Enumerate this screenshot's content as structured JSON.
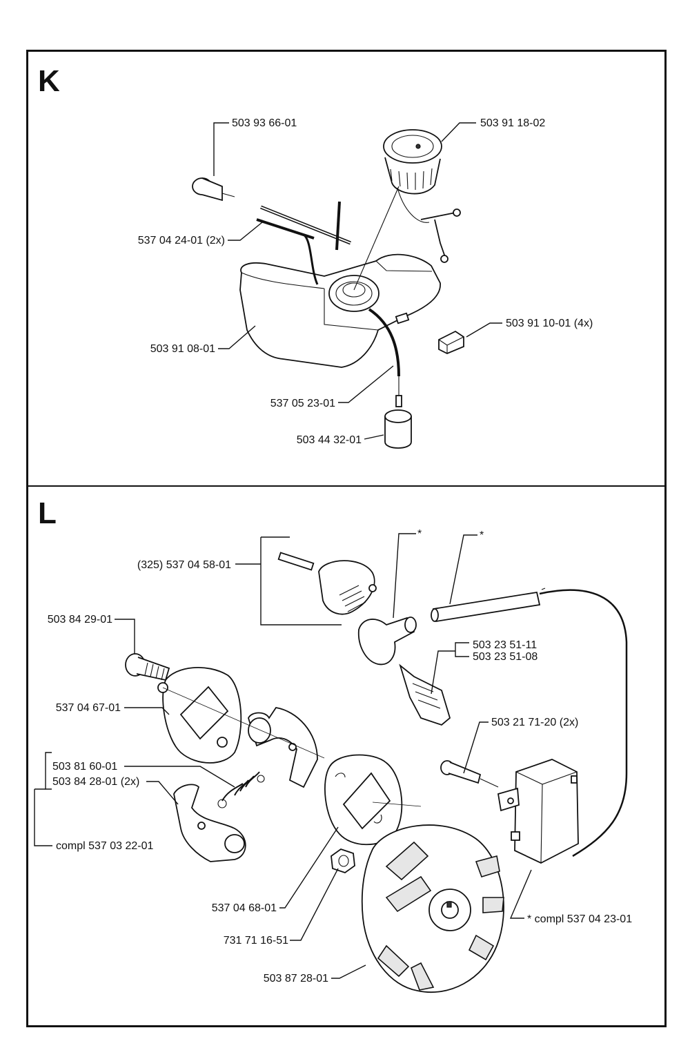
{
  "sections": [
    {
      "letter": "K"
    },
    {
      "letter": "L"
    }
  ],
  "section_k": {
    "labels": {
      "primer_bulb": "503 93 66-01",
      "fuel_cap": "503 91 18-02",
      "fuel_hose_pair": "537 04 24-01 (2x)",
      "fuel_tank": "503 91 08-01",
      "damper": "503 91 10-01 (4x)",
      "fuel_hose": "537 05 23-01",
      "fuel_filter": "503 44 32-01"
    }
  },
  "section_l": {
    "labels": {
      "cover": "(325) 537 04 58-01",
      "star_1": "*",
      "star_2": "*",
      "bolt": "503 84 29-01",
      "spark_plug_a": "503 23 51-11",
      "spark_plug_b": "503 23 51-08",
      "clutch_plate": "537 04 67-01",
      "ignition_screw": "503 21 71-20 (2x)",
      "spring": "503 81 60-01",
      "shoe": "503 84 28-01 (2x)",
      "clutch_compl": "compl 537 03 22-01",
      "washer_plate": "537 04 68-01",
      "nut": "731 71 16-51",
      "ignition_compl": "* compl 537 04 23-01",
      "flywheel": "503 87 28-01"
    }
  }
}
